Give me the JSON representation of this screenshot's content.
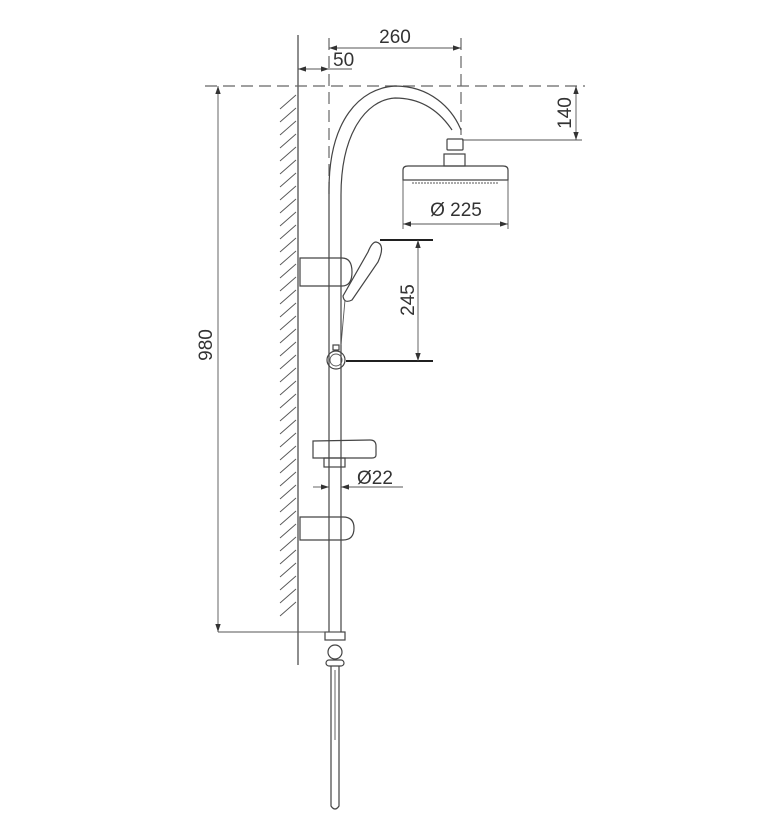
{
  "dimensions": {
    "projection": "260",
    "wall_offset": "50",
    "head_drop": "140",
    "head_diameter": "Ø 225",
    "handshower_height": "245",
    "rail_diameter": "Ø22",
    "overall_height": "980"
  },
  "colors": {
    "line": "#444444",
    "background": "#ffffff"
  }
}
